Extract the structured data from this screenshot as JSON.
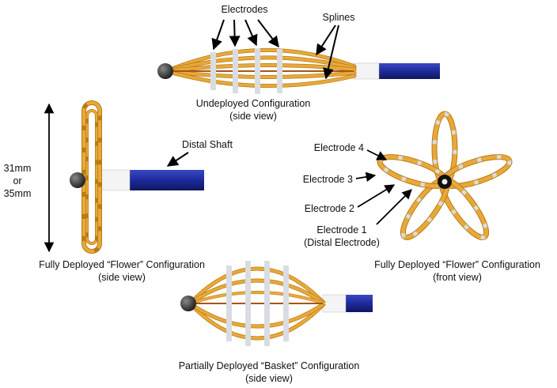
{
  "top": {
    "electrodes_label": "Electrodes",
    "splines_label": "Splines",
    "caption_line1": "Undeployed Configuration",
    "caption_line2": "(side view)"
  },
  "left": {
    "dimension_line1": "31mm",
    "dimension_line2": "or",
    "dimension_line3": "35mm",
    "distal_shaft_label": "Distal Shaft",
    "caption_line1": "Fully Deployed “Flower” Configuration",
    "caption_line2": "(side view)"
  },
  "right": {
    "electrode4": "Electrode 4",
    "electrode3": "Electrode 3",
    "electrode2": "Electrode 2",
    "electrode1_line1": "Electrode 1",
    "electrode1_line2": "(Distal Electrode)",
    "caption_line1": "Fully Deployed “Flower” Configuration",
    "caption_line2": "(front view)"
  },
  "bottom": {
    "caption_line1": "Partially Deployed “Basket” Configuration",
    "caption_line2": "(side view)"
  },
  "colors": {
    "spline": "#e8a93a",
    "spline_edge": "#b87c16",
    "electrode": "#d9dde3",
    "shaft": "#1e2a9a",
    "shaft_white": "#f4f4f4",
    "tip": "#3a3a3a"
  }
}
